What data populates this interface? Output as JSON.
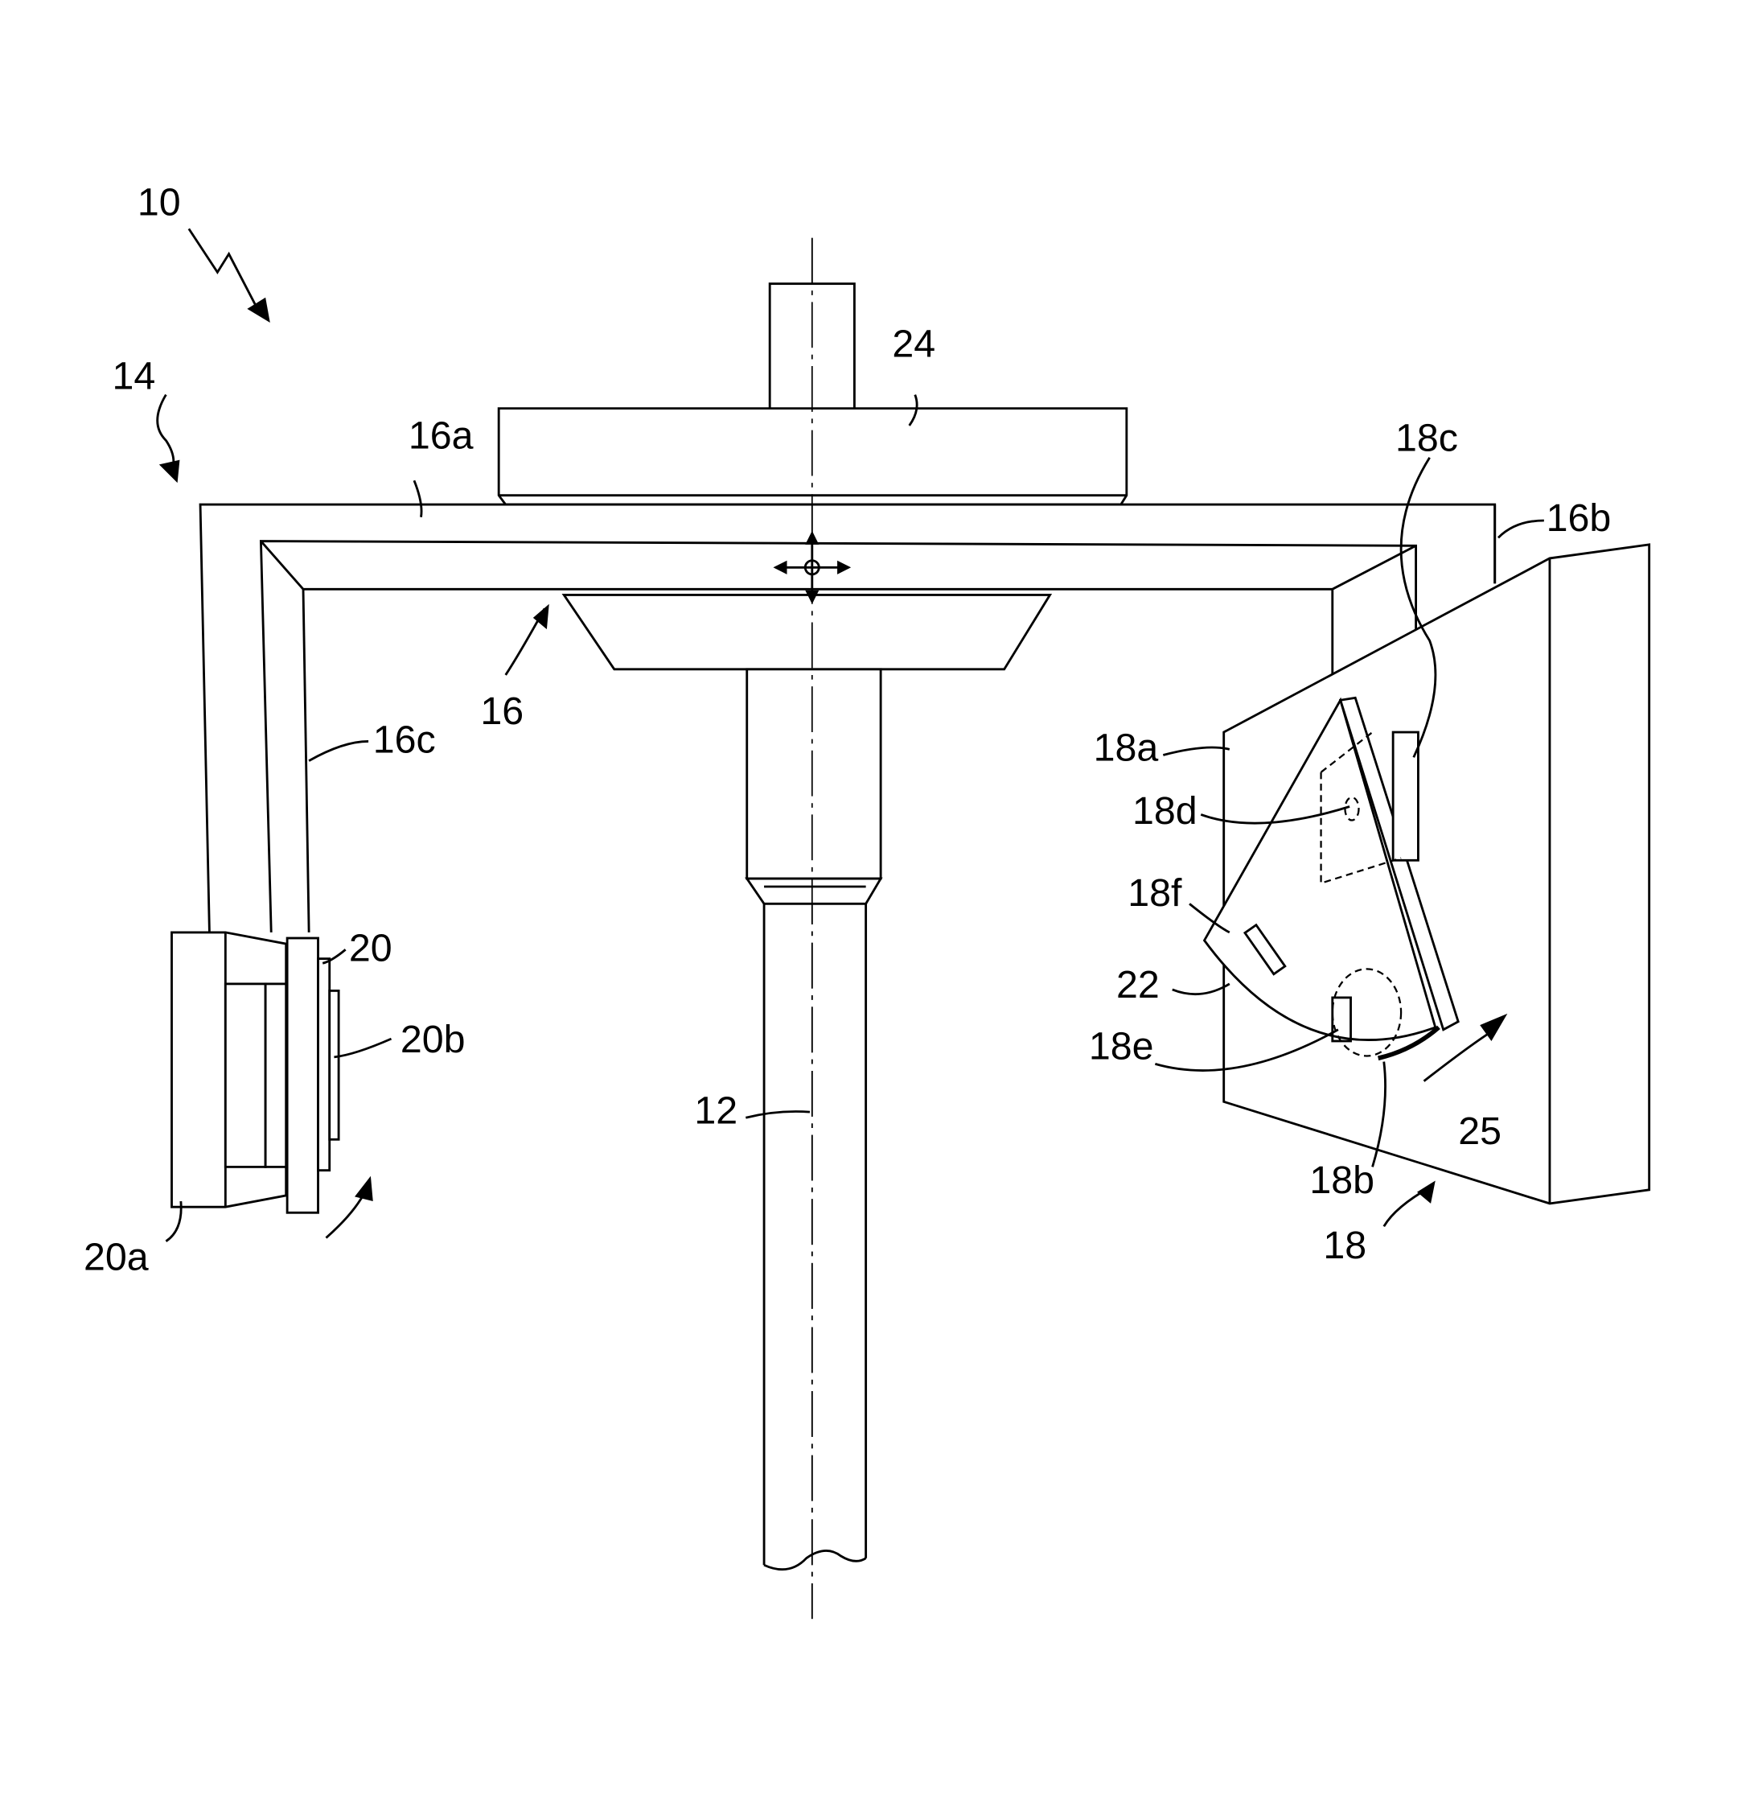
{
  "figure": {
    "labels": {
      "l10": "10",
      "l14": "14",
      "l16": "16",
      "l16a": "16a",
      "l16b": "16b",
      "l16c": "16c",
      "l24": "24",
      "l18": "18",
      "l18a": "18a",
      "l18b": "18b",
      "l18c": "18c",
      "l18d": "18d",
      "l18e": "18e",
      "l18f": "18f",
      "l22": "22",
      "l25": "25",
      "l20": "20",
      "l20a": "20a",
      "l20b": "20b",
      "l12": "12"
    }
  }
}
